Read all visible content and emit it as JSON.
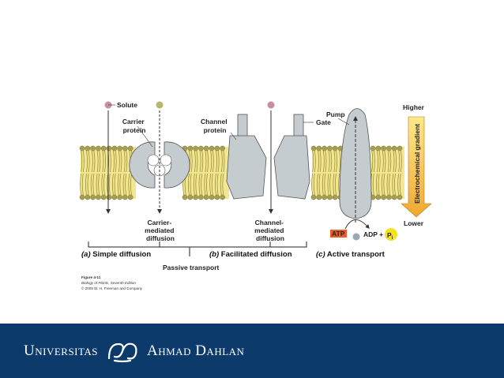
{
  "diagram": {
    "labels": {
      "solute": "Solute",
      "carrier_protein": [
        "Carrier",
        "protein"
      ],
      "channel_protein": [
        "Channel",
        "protein"
      ],
      "gate": "Gate",
      "pump": "Pump",
      "higher": "Higher",
      "lower": "Lower",
      "gradient": "Electrochemical gradient",
      "carrier_mediated": [
        "Carrier-",
        "mediated",
        "diffusion"
      ],
      "channel_mediated": [
        "Channel-",
        "mediated",
        "diffusion"
      ],
      "atp": "ATP",
      "adp": "ADP +",
      "pi": "P",
      "pi_sub": "i"
    },
    "captions": {
      "a_letter": "(a)",
      "a_text": "Simple diffusion",
      "b_letter": "(b)",
      "b_text": "Facilitated diffusion",
      "c_letter": "(c)",
      "c_text": "Active transport",
      "passive": "Passive transport"
    },
    "credit": {
      "figure": "Figure 4-11",
      "book": "Biology of Plants, Seventh Edition",
      "copyright": "© 2005 W. H. Freeman and Company"
    },
    "colors": {
      "membrane_tail": "#f2e690",
      "head": "#a59f55",
      "protein": "#c5ccd0",
      "solute_mauve": "#c490a4",
      "solute_olive": "#b8b86b",
      "solute_grey": "#9ea6b0",
      "pi": "#f5e21f",
      "atp": "#e85d25",
      "arrow_top": "#ffe98a",
      "arrow_bottom": "#f0a830"
    }
  },
  "footer": {
    "universitas": "Universitas",
    "ahmad_dahlan": "Ahmad Dahlan",
    "background": "#0b3a6b"
  }
}
